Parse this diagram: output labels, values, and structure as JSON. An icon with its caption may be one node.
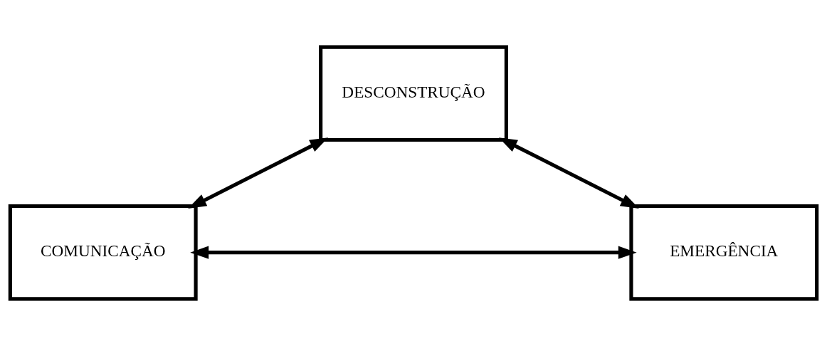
{
  "diagram": {
    "nodes": [
      {
        "text": [
          "DESCONSTRUÇÃO"
        ]
      },
      {
        "text": [
          "COMUNICAÇÃO"
        ]
      },
      {
        "text": [
          "EMERGÊNCIA"
        ]
      }
    ],
    "edges": [
      {
        "from": 1,
        "to": 0,
        "arrow": "both"
      },
      {
        "from": 0,
        "to": 2,
        "arrow": "both"
      },
      {
        "from": 1,
        "to": 2,
        "arrow": "both"
      }
    ]
  }
}
